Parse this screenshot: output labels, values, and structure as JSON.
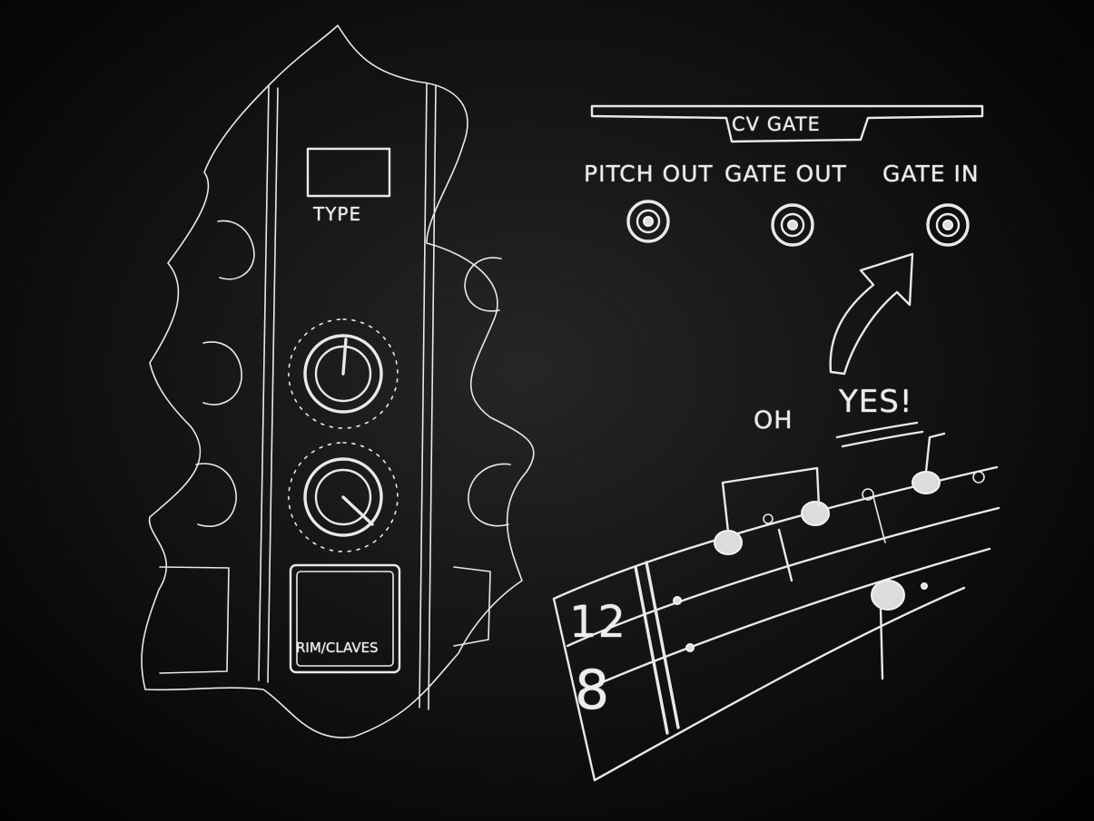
{
  "module": {
    "type_label": "TYPE",
    "button_label": "RIM/CLAVES"
  },
  "cv_gate": {
    "title": "CV GATE",
    "jacks": [
      {
        "label": "PITCH OUT",
        "icon": "jack-socket-icon"
      },
      {
        "label": "GATE OUT",
        "icon": "jack-socket-icon"
      },
      {
        "label": "GATE IN",
        "icon": "jack-socket-icon"
      }
    ]
  },
  "annotation": {
    "oh": "OH",
    "yes": "YES!",
    "arrow_icon": "curved-arrow-icon"
  },
  "notation": {
    "time_signature_top": "12",
    "time_signature_bottom": "8"
  },
  "colors": {
    "chalk": "#e9e9e9",
    "board": "#141414"
  }
}
